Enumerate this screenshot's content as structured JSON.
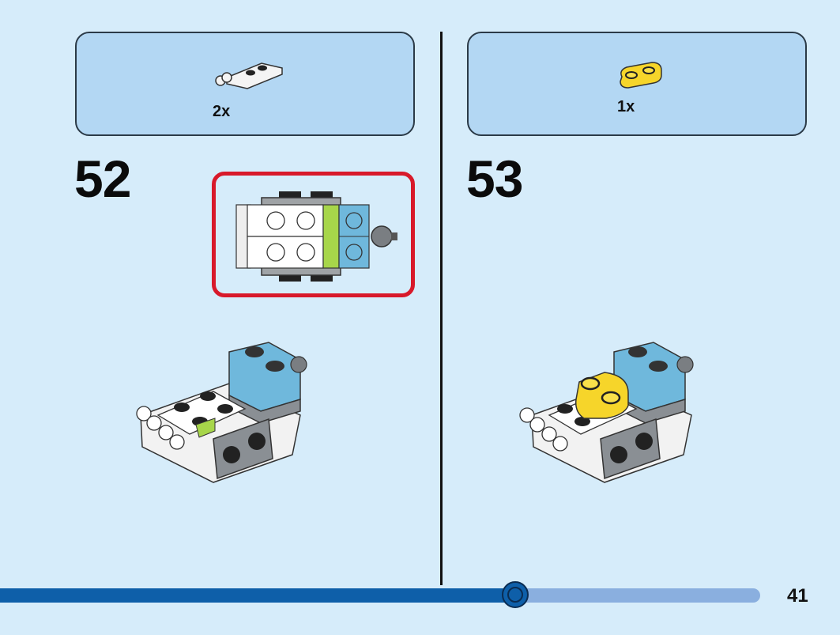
{
  "steps": [
    {
      "number": "52",
      "part_quantity": "2x",
      "part_name": "white-plate-with-bar-handle-icon"
    },
    {
      "number": "53",
      "part_quantity": "1x",
      "part_name": "yellow-plate-1x2-rounded-icon"
    }
  ],
  "progress": {
    "fraction": 0.678
  },
  "page": {
    "number": "41"
  },
  "colors": {
    "background": "#d6ecfa",
    "parts_box": "#b3d7f3",
    "callout_border": "#d8192a",
    "progress_fill": "#0e5fa9",
    "progress_track": "#8aafdf",
    "brick_blue": "#6fb8dc",
    "brick_lime": "#a7d64a",
    "brick_yellow": "#f6d52a",
    "brick_gray": "#8a8f94"
  }
}
